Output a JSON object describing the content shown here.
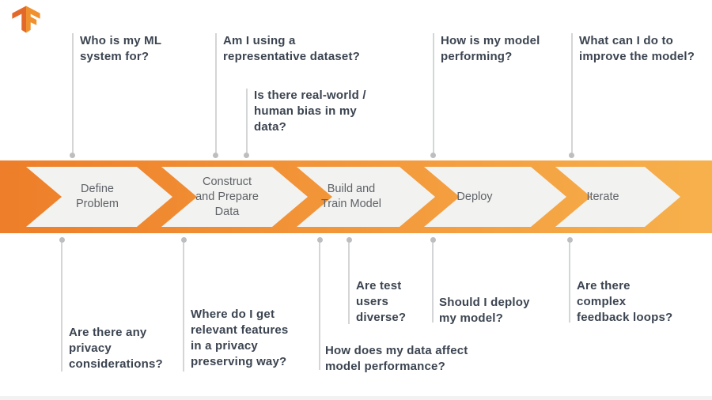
{
  "brand": {
    "logo_icon": "tensorflow-logo"
  },
  "pipeline": {
    "stages": [
      {
        "label": "Define\nProblem"
      },
      {
        "label": "Construct\nand Prepare\nData"
      },
      {
        "label": "Build and\nTrain Model"
      },
      {
        "label": "Deploy"
      },
      {
        "label": "Iterate"
      }
    ]
  },
  "questions": {
    "top": [
      {
        "text": "Who is my ML\nsystem for?"
      },
      {
        "text": "Am I using a\nrepresentative dataset?"
      },
      {
        "text": "Is there real-world /\nhuman bias in my\ndata?"
      },
      {
        "text": "How is my model\nperforming?"
      },
      {
        "text": "What can I do to\nimprove the model?"
      }
    ],
    "bottom": [
      {
        "text": "Are there any\nprivacy\nconsiderations?"
      },
      {
        "text": "Where do I get\nrelevant features\nin a privacy\npreserving way?"
      },
      {
        "text": "How does my data affect\nmodel performance?"
      },
      {
        "text": "Are test\nusers\ndiverse?"
      },
      {
        "text": "Should I deploy\nmy model?"
      },
      {
        "text": "Are there\ncomplex\nfeedback loops?"
      }
    ]
  },
  "colors": {
    "ribbon_gradient_left": "#ee7e29",
    "ribbon_gradient_right": "#f7b14c",
    "arrow_fill": "#f2f2f0",
    "stage_text": "#5f6368",
    "question_text": "#3b4450",
    "connector_line": "#d4d5d6",
    "connector_dot": "#bcbec0",
    "logo_dark": "#e3692a",
    "logo_light": "#f0912f"
  }
}
